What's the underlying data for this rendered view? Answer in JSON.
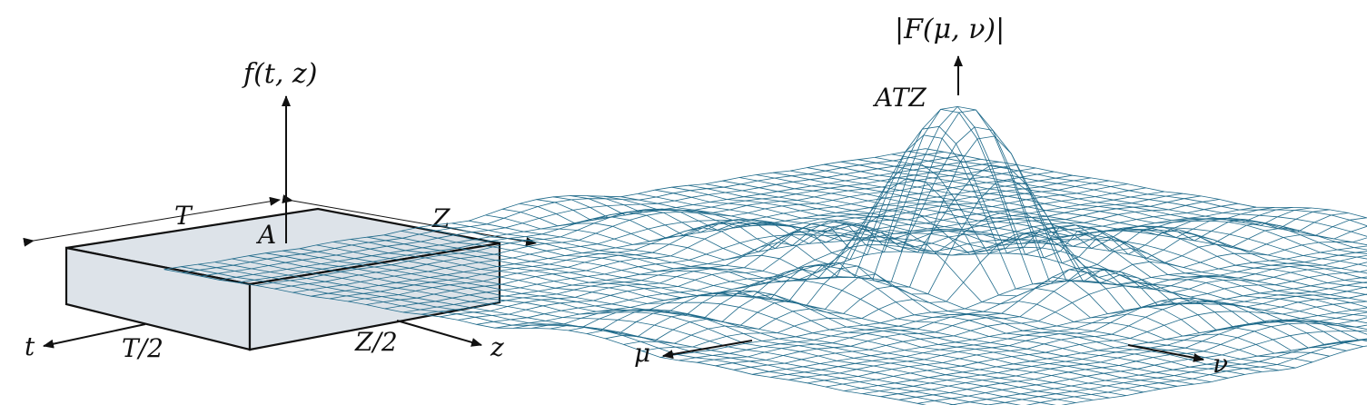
{
  "box_figure": {
    "function_label": "f(t, z)",
    "height_label": "A",
    "t_extent_label": "T",
    "z_extent_label": "Z",
    "t_half_label": "T/2",
    "z_half_label": "Z/2",
    "t_axis_label": "t",
    "z_axis_label": "z"
  },
  "spectrum_figure": {
    "magnitude_label": "|F(μ, ν)|",
    "peak_label": "ATZ",
    "mu_axis_label": "μ",
    "nu_axis_label": "ν"
  },
  "colors": {
    "box_fill": "#dde3e9",
    "line": "#111111",
    "mesh": "#1f6a8a"
  }
}
